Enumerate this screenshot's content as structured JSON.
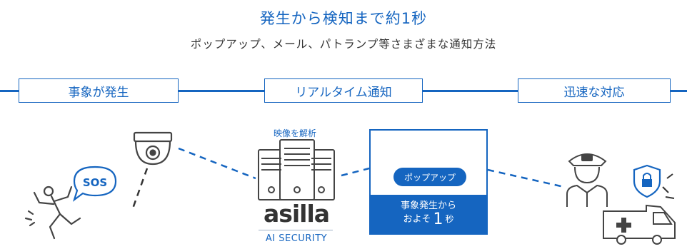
{
  "header": {
    "title": "発生から検知まで約1秒",
    "subtitle": "ポップアップ、メール、パトランプ等さまざまな通知方法"
  },
  "stages": [
    {
      "label": "事象が発生"
    },
    {
      "label": "リアルタイム通知"
    },
    {
      "label": "迅速な対応"
    }
  ],
  "incident": {
    "bubble_text": "SOS"
  },
  "server": {
    "label": "映像を解析"
  },
  "brand": {
    "name": "asilla",
    "tagline": "AI SECURITY"
  },
  "alert": {
    "popup_label": "ポップアップ",
    "line1": "事象発生から",
    "line2_prefix": "およそ",
    "line2_number": "1",
    "line2_unit": "秒"
  },
  "icons": [
    "falling-person-icon",
    "sos-bubble-icon",
    "dome-camera-icon",
    "server-icon",
    "laptop-icon",
    "security-guard-icon",
    "shield-lock-icon",
    "ambulance-icon"
  ],
  "colors": {
    "accent": "#1565c0",
    "text": "#333333",
    "icon": "#444444"
  }
}
